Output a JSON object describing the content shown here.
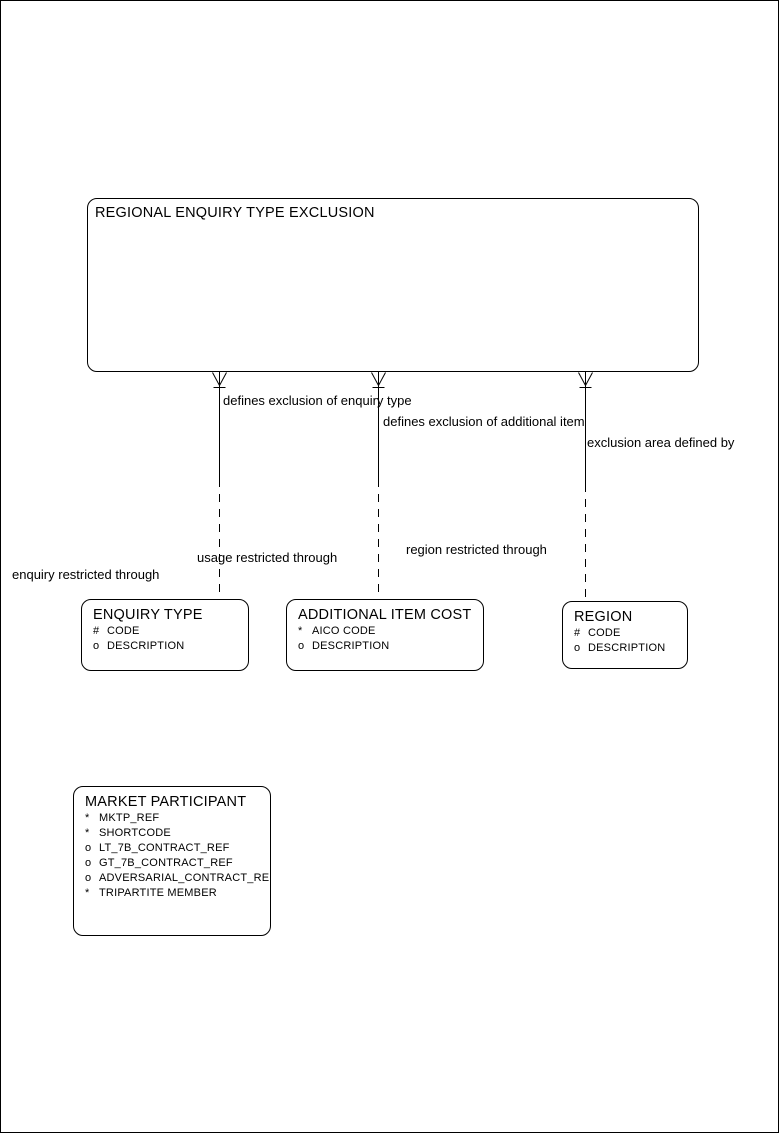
{
  "diagram": {
    "root_entity": {
      "title": "REGIONAL ENQUIRY TYPE EXCLUSION"
    },
    "relationship_labels": {
      "rel1_top": "defines exclusion of enquiry type",
      "rel2_top": "defines exclusion of additional item",
      "rel3_top": "exclusion area defined by",
      "rel1_bottom": "enquiry restricted through",
      "rel2_bottom": "usage restricted through",
      "rel3_bottom": "region restricted through"
    },
    "entities": {
      "enquiry_type": {
        "title": "ENQUIRY TYPE",
        "attributes": [
          {
            "marker": "#",
            "name": "CODE"
          },
          {
            "marker": "o",
            "name": "DESCRIPTION"
          }
        ]
      },
      "additional_item_cost": {
        "title": "ADDITIONAL ITEM COST",
        "attributes": [
          {
            "marker": "*",
            "name": "AICO CODE"
          },
          {
            "marker": "o",
            "name": "DESCRIPTION"
          }
        ]
      },
      "region": {
        "title": "REGION",
        "attributes": [
          {
            "marker": "#",
            "name": "CODE"
          },
          {
            "marker": "o",
            "name": "DESCRIPTION"
          }
        ]
      },
      "market_participant": {
        "title": "MARKET PARTICIPANT",
        "attributes": [
          {
            "marker": "*",
            "name": "MKTP_REF"
          },
          {
            "marker": "*",
            "name": "SHORTCODE"
          },
          {
            "marker": "o",
            "name": "LT_7B_CONTRACT_REF"
          },
          {
            "marker": "o",
            "name": "GT_7B_CONTRACT_REF"
          },
          {
            "marker": "o",
            "name": "ADVERSARIAL_CONTRACT_REF"
          },
          {
            "marker": "*",
            "name": "TRIPARTITE MEMBER"
          }
        ]
      }
    },
    "colors": {
      "line": "#000000",
      "background": "#ffffff"
    }
  }
}
